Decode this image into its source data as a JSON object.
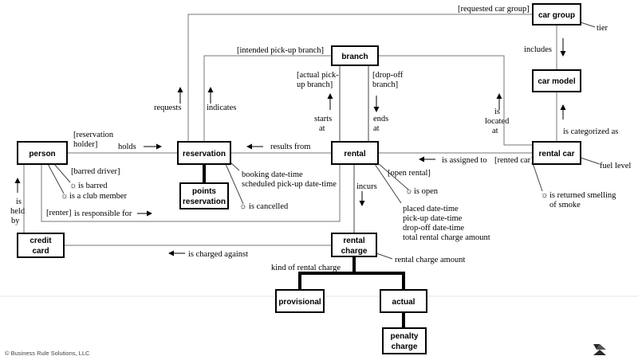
{
  "nodes": {
    "car_group": "car group",
    "branch": "branch",
    "car_model": "car model",
    "person": "person",
    "reservation": "reservation",
    "rental": "rental",
    "rental_car": "rental car",
    "points_reservation": [
      "points",
      "reservation"
    ],
    "credit_card": [
      "credit",
      "card"
    ],
    "rental_charge": [
      "rental",
      "charge"
    ],
    "provisional": "provisional",
    "actual": "actual",
    "penalty_charge": [
      "penalty",
      "charge"
    ]
  },
  "labels": {
    "requested_car_group": "[requested car group]",
    "tier": "tier",
    "includes": "includes",
    "intended_pickup_branch": "[intended pick-up branch]",
    "actual_pickup_branch": [
      "[actual pick-",
      "up branch]"
    ],
    "dropoff_branch": [
      "[drop-off",
      "branch]"
    ],
    "requests": "requests",
    "indicates": "indicates",
    "starts_at": [
      "starts",
      "at"
    ],
    "ends_at": [
      "ends",
      "at"
    ],
    "is_located_at": [
      "is",
      "located",
      "at"
    ],
    "is_categorized_as": "is categorized as",
    "reservation_holder": [
      "[reservation",
      "holder]"
    ],
    "holds": "holds",
    "results_from": "results from",
    "is_assigned_to": "is assigned to",
    "rented_car": "[rented car]",
    "fuel_level": "fuel level",
    "barred_driver": "[barred driver]",
    "is_barred": "is barred",
    "is_club_member": "is a club member",
    "booking_datetime": "booking date-time",
    "scheduled_pickup": "scheduled pick-up date-time",
    "is_cancelled": "is cancelled",
    "open_rental": "[open rental]",
    "is_open": "is open",
    "incurs": "incurs",
    "rental_attrs": [
      "placed date-time",
      "pick-up date-time",
      "drop-off date-time",
      "total rental charge amount"
    ],
    "returned_smelling": [
      "is returned smelling",
      "of smoke"
    ],
    "renter": "[renter]",
    "is_responsible_for": "is responsible for",
    "is_held_by": [
      "is",
      "held",
      "by"
    ],
    "is_charged_against": "is charged against",
    "rental_charge_amount": "rental charge amount",
    "kind_of_rental_charge": "kind of rental charge"
  },
  "footer": {
    "copyright": "© Business Rule Solutions, LLC"
  }
}
